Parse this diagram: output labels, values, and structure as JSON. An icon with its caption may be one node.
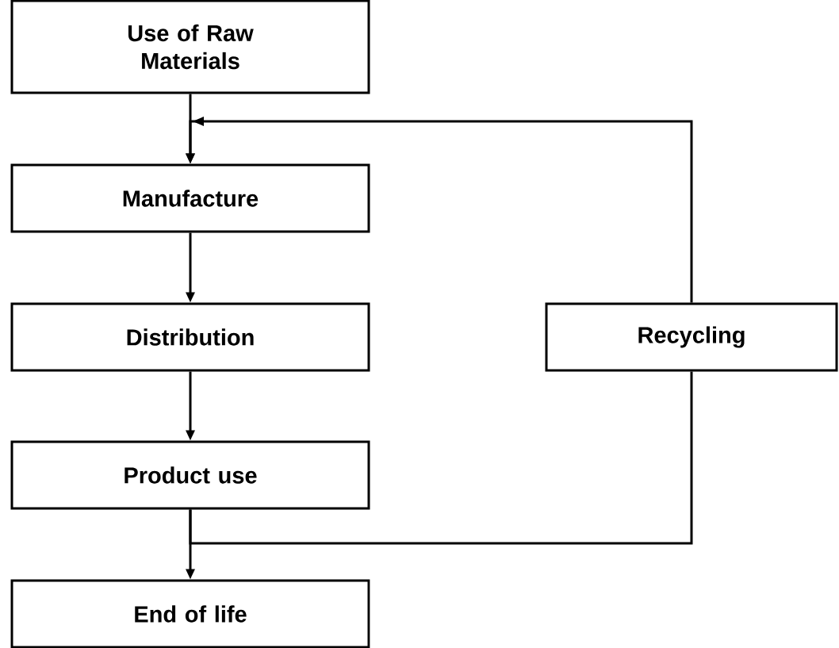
{
  "diagram": {
    "nodes": [
      {
        "text": [
          "Use of Raw Materials"
        ]
      },
      {
        "text": [
          "Manufacture"
        ]
      },
      {
        "text": [
          "Distribution"
        ]
      },
      {
        "text": [
          "Product use"
        ]
      },
      {
        "text": [
          "End of life"
        ]
      },
      {
        "text": [
          "Recycling"
        ]
      }
    ],
    "edges": [
      {
        "from": 0,
        "to": 1,
        "arrow": "to"
      },
      {
        "from": 1,
        "to": 2,
        "arrow": "to"
      },
      {
        "from": 2,
        "to": 3,
        "arrow": "to"
      },
      {
        "from": 3,
        "to": 4,
        "arrow": "to"
      },
      {
        "from": 3,
        "to": 5,
        "arrow": "none"
      },
      {
        "from": 5,
        "to": 1,
        "arrow": "to"
      }
    ]
  }
}
